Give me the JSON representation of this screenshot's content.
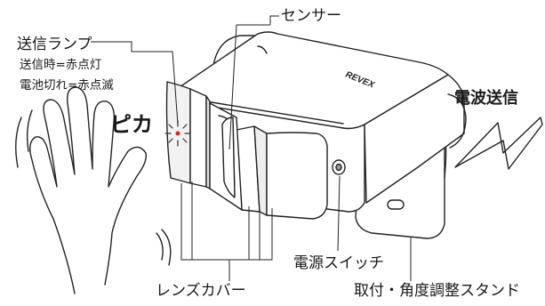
{
  "labels": {
    "sensor": "センサー",
    "send_lamp": "送信ランプ",
    "note_sending": "送信時=赤点灯",
    "note_battery": "電池切れ=赤点滅",
    "flash": "ピカ",
    "radio_send": "電波送信",
    "power_switch": "電源スイッチ",
    "lens_cover": "レンズカバー",
    "stand": "取付・角度調整スタンド"
  },
  "device": {
    "brand": "REVEX"
  }
}
